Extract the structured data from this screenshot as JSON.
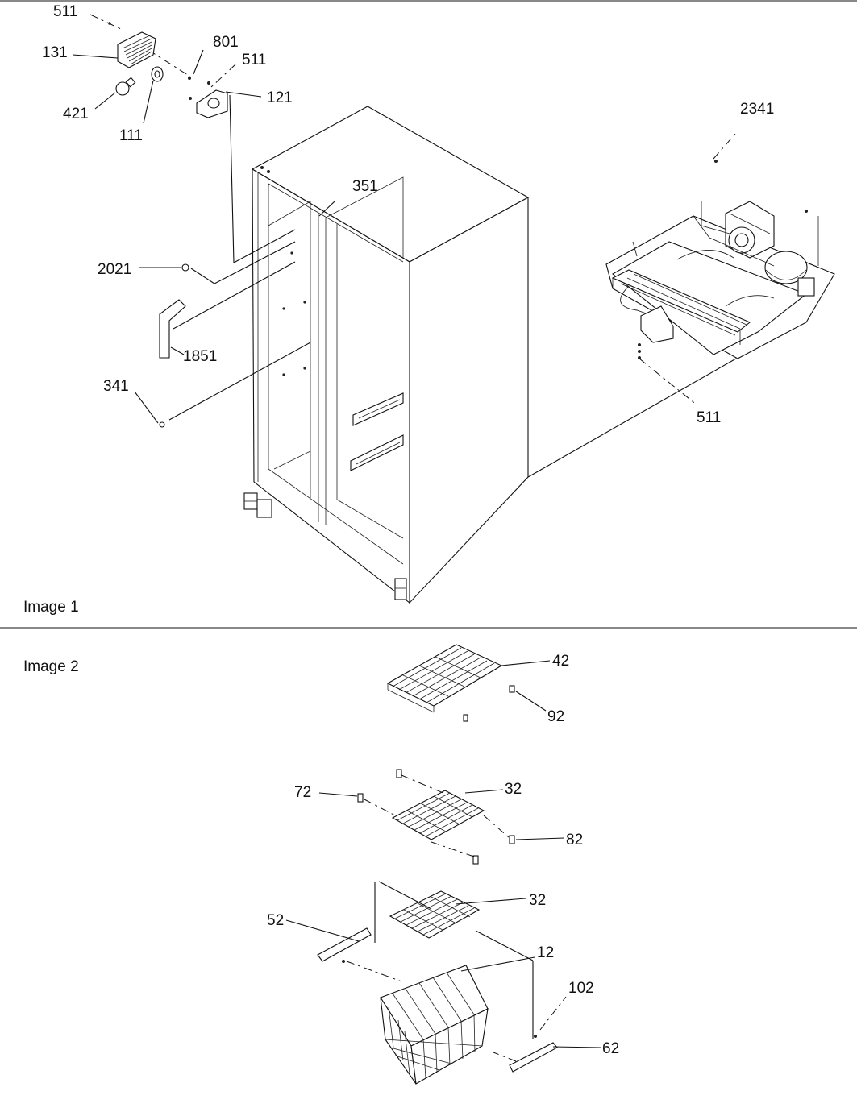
{
  "panels": [
    {
      "caption": "Image 1"
    },
    {
      "caption": "Image 2"
    }
  ],
  "callouts": {
    "p511a": "511",
    "p131": "131",
    "p801": "801",
    "p511b": "511",
    "p121": "121",
    "p421": "421",
    "p111": "111",
    "p2341": "2341",
    "p351": "351",
    "p2021": "2021",
    "p1851": "1851",
    "p341": "341",
    "p511c": "511",
    "p42": "42",
    "p92": "92",
    "p72": "72",
    "p32a": "32",
    "p82": "82",
    "p32b": "32",
    "p52": "52",
    "p12": "12",
    "p102": "102",
    "p62": "62"
  }
}
